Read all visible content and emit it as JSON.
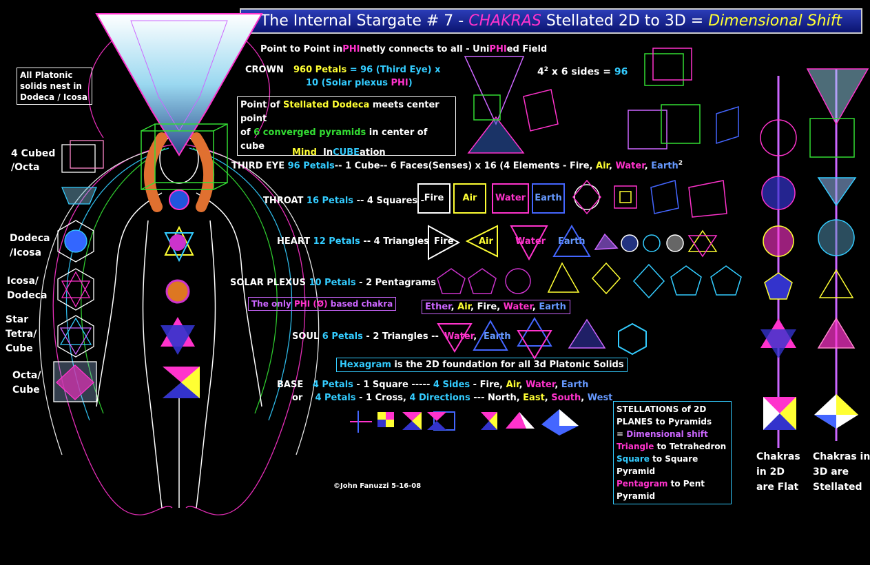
{
  "title": {
    "part1": "The Internal Stargate # 7 - ",
    "chakras": "CHAKRAS",
    "part2": " Stellated 2D to 3D = ",
    "shift": "Dimensional Shift"
  },
  "intro": {
    "a": "Point to Point in",
    "b": "PHI",
    "c": "netly connects to all - Uni",
    "d": "PHI",
    "e": "ed Field"
  },
  "crown": {
    "label": "CROWN",
    "petals": "960 Petals",
    "rest": " = 96 (Third Eye) x",
    "line2": "10  (Solar plexus ",
    "phi": "PHI",
    "close": ")"
  },
  "stellated_box": {
    "a": "Point of ",
    "b": "Stellated Dodeca",
    "c": " meets center point",
    "d": "of ",
    "e": "6 converged pyramids",
    "f": "  in center of cube"
  },
  "formula": {
    "a": "4",
    "sup": "2",
    "b": " x 6 sides = ",
    "c": "96"
  },
  "third_eye": {
    "mind": "Mind",
    "in": "In",
    "cube": "CUBE",
    "ation": "ation",
    "label": "THIRD EYE ",
    "petals": "96 Petals",
    "rest": "-- 1 Cube-- 6 Faces(Senses) x 16 (4 Elements  - Fire, ",
    "air": "Air",
    "comma": ", ",
    "water": "Water",
    "comma2": ", ",
    "earth": "Earth",
    "sup": "2"
  },
  "throat": {
    "label": "THROAT ",
    "petals": "16 Petals",
    "rest": " -- 4 Squares  -",
    "fire": "Fire",
    "air": "Air",
    "water": "Water",
    "earth": "Earth"
  },
  "heart": {
    "label": "HEART  ",
    "petals": "12 Petals",
    "rest": " -- 4 Triangles",
    "fire": "Fire",
    "air": "Air",
    "water": "Water",
    "earth": "Earth"
  },
  "solar": {
    "label": "SOLAR PLEXUS  ",
    "petals": "10  Petals",
    "rest": "  - 2 Pentagrams",
    "phi_box": {
      "a": "The only ",
      "b": "PHI (Ø)",
      "c": "  based chakra"
    },
    "ether_box": {
      "ether": "Ether",
      "c1": ", ",
      "air": "Air",
      "c2": ", Fire, ",
      "water": "Water",
      "c3": ", ",
      "earth": "Earth"
    }
  },
  "soul": {
    "label": "SOUL  ",
    "petals": "6 Petals",
    "rest": "  -  2  Triangles --",
    "water": "Water",
    "comma": ",",
    "earth": "Earth"
  },
  "hexagram": {
    "a": "Hexagram",
    "b": " is the 2D foundation for all 3d Platonic Solids"
  },
  "base": {
    "label": "BASE",
    "petals": "4 Petals",
    "rest1": "  - 1 Square  ----- ",
    "four": "4  Sides",
    "rest2": " - Fire, ",
    "air": "Air",
    "c": ", ",
    "water": "Water",
    "c2": ", ",
    "earth": "Earth",
    "or": "or",
    "petals2": "4 Petals",
    "rest3": "  - 1 Cross, ",
    "four2": "4  Directions",
    "rest4": " --- North, ",
    "east": "East",
    "c3": ", ",
    "south": "South",
    "c4": ", ",
    "west": "West"
  },
  "left": {
    "platonic": [
      "All Platonic",
      "solids nest in",
      "Dodeca / Icosa"
    ],
    "cubed": [
      "4 Cubed",
      "/Octa"
    ],
    "dodeca": [
      "Dodeca",
      "/Icosa"
    ],
    "icosa": [
      "Icosa/",
      "Dodeca"
    ],
    "star": [
      "Star",
      "Tetra/",
      "Cube"
    ],
    "octa": [
      "Octa/",
      "Cube"
    ]
  },
  "stellations": {
    "l1": "STELLATIONS of 2D",
    "l2": "PLANES to Pyramids",
    "l3a": "= ",
    "l3b": "Dimensional shift",
    "l4a": "Triangle",
    "l4b": " to Tetrahedron",
    "l5a": "Square",
    "l5b": " to  Square Pyramid",
    "l6a": "Pentagram",
    "l6b": " to Pent Pyramid"
  },
  "right": {
    "flat": [
      "Chakras",
      "in 2D",
      "are Flat"
    ],
    "stellated": [
      "Chakras in",
      "3D are",
      "Stellated"
    ]
  },
  "copyright": "©John Fanuzzi 5-16-08",
  "colors": {
    "white": "#ffffff",
    "yellow": "#ffff33",
    "cyan": "#33ccff",
    "magenta": "#ff33cc",
    "blue": "#4466ff",
    "green": "#33dd33",
    "purple": "#cc66ff",
    "title_bg": "#1a2a99"
  }
}
